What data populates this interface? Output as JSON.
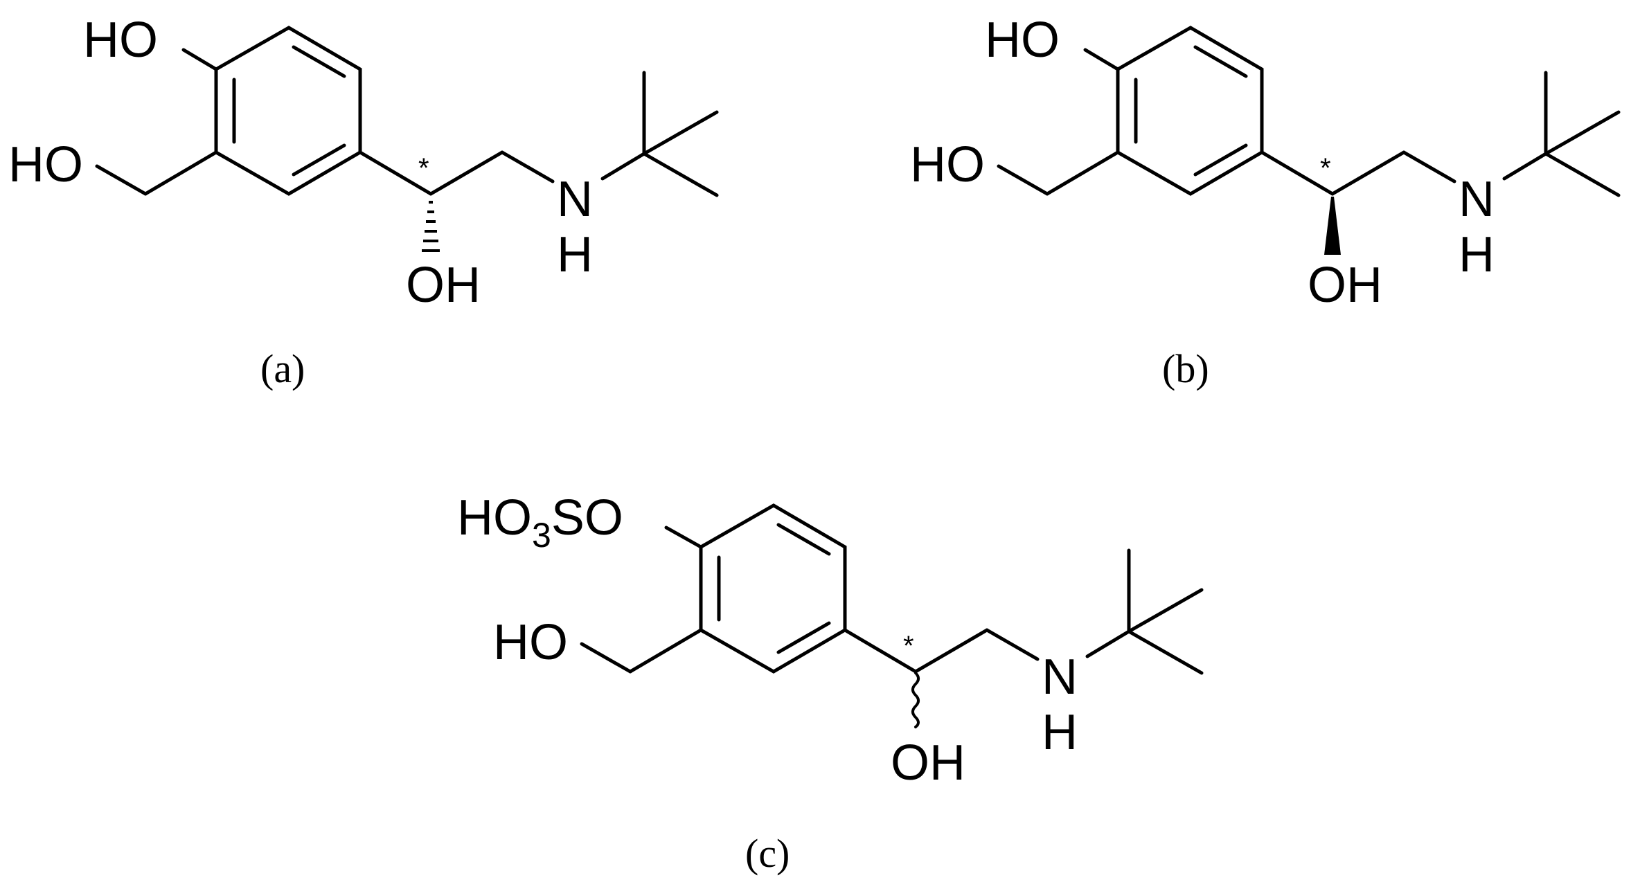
{
  "figure": {
    "structures": [
      {
        "id": "a",
        "caption": "(a)",
        "phenol_group": "HO",
        "hydroxymethyl_group": "HO",
        "chiral_marker": "*",
        "stereo_bond": "hashed-wedge",
        "sidechain_hydroxyl": "OH",
        "amine_n": "N",
        "amine_h": "H"
      },
      {
        "id": "b",
        "caption": "(b)",
        "phenol_group": "HO",
        "hydroxymethyl_group": "HO",
        "chiral_marker": "*",
        "stereo_bond": "solid-wedge",
        "sidechain_hydroxyl": "OH",
        "amine_n": "N",
        "amine_h": "H"
      },
      {
        "id": "c",
        "caption": "(c)",
        "sulfate_group": {
          "prefix": "HO",
          "subscript": "3",
          "suffix": "SO"
        },
        "hydroxymethyl_group": "HO",
        "chiral_marker": "*",
        "stereo_bond": "wavy",
        "sidechain_hydroxyl": "OH",
        "amine_n": "N",
        "amine_h": "H"
      }
    ],
    "line_color": "#000000",
    "background": "#ffffff"
  }
}
